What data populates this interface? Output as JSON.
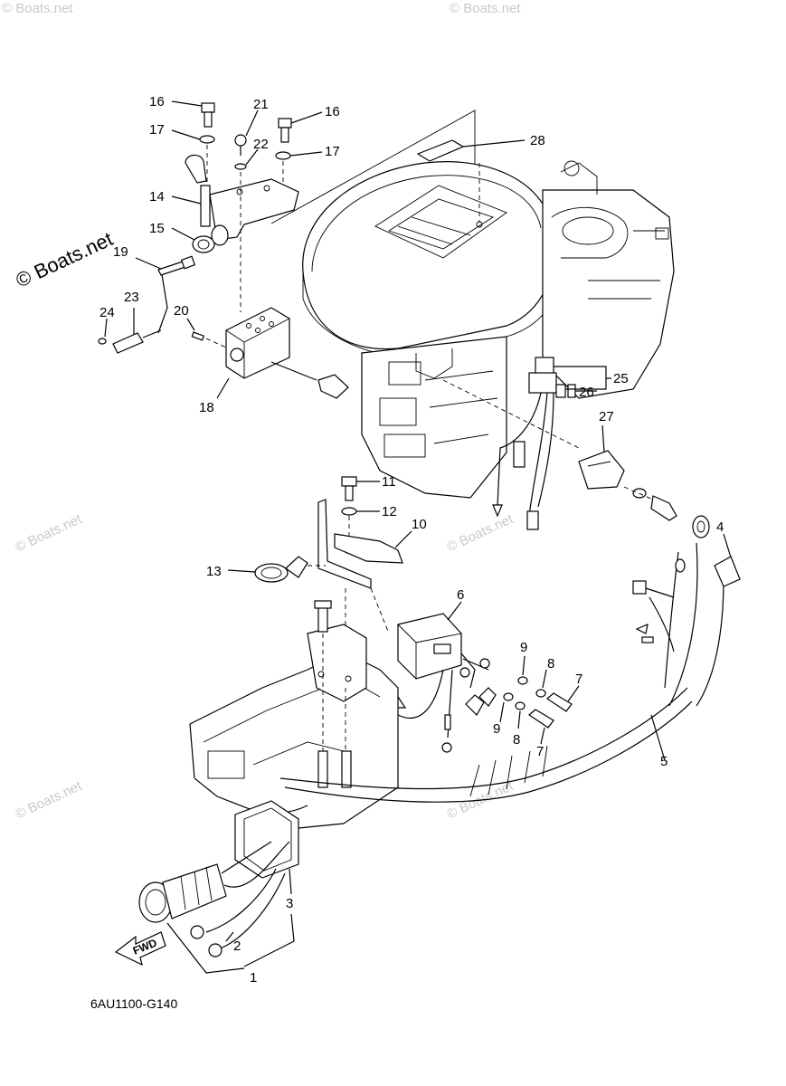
{
  "diagram": {
    "code": "6AU1100-G140",
    "direction_label": "FWD",
    "watermark_brand": "© Boats.net",
    "watermark_small": "© Boats.net",
    "callouts": {
      "c1": "1",
      "c2": "2",
      "c3": "3",
      "c4": "4",
      "c5": "5",
      "c6": "6",
      "c7a": "7",
      "c7b": "7",
      "c8a": "8",
      "c8b": "8",
      "c9a": "9",
      "c9b": "9",
      "c10": "10",
      "c11": "11",
      "c12": "12",
      "c13": "13",
      "c14": "14",
      "c15": "15",
      "c16a": "16",
      "c16b": "16",
      "c17a": "17",
      "c17b": "17",
      "c18": "18",
      "c19": "19",
      "c20": "20",
      "c21": "21",
      "c22": "22",
      "c23": "23",
      "c24": "24",
      "c25": "25",
      "c26": "26",
      "c27": "27",
      "c28": "28"
    }
  }
}
